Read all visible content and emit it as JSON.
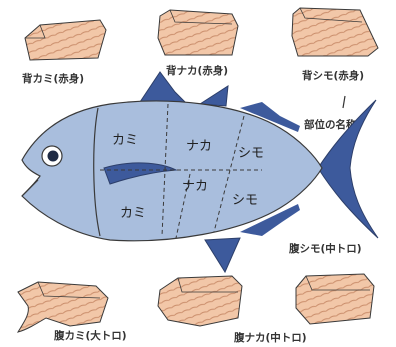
{
  "labels": {
    "back_kami": "背カミ(赤身)",
    "back_naka": "背ナカ(赤身)",
    "back_shimo": "背シモ(赤身)",
    "part_name": "部位の名称",
    "belly_shimo": "腹シモ(中トロ)",
    "belly_kami": "腹カミ(大トロ)",
    "belly_naka": "腹ナカ(中トロ)"
  },
  "zones": {
    "upper_kami": "カミ",
    "upper_naka": "ナカ",
    "upper_shimo": "シモ",
    "lower_kami": "カミ",
    "lower_naka": "ナカ",
    "lower_shimo": "シモ"
  },
  "colors": {
    "fish_body": "#a9bedd",
    "fins": "#3d5a9c",
    "meat": "#f2c7a8",
    "meat_grain": "#c98c6a",
    "outline": "#3a3a3a"
  }
}
